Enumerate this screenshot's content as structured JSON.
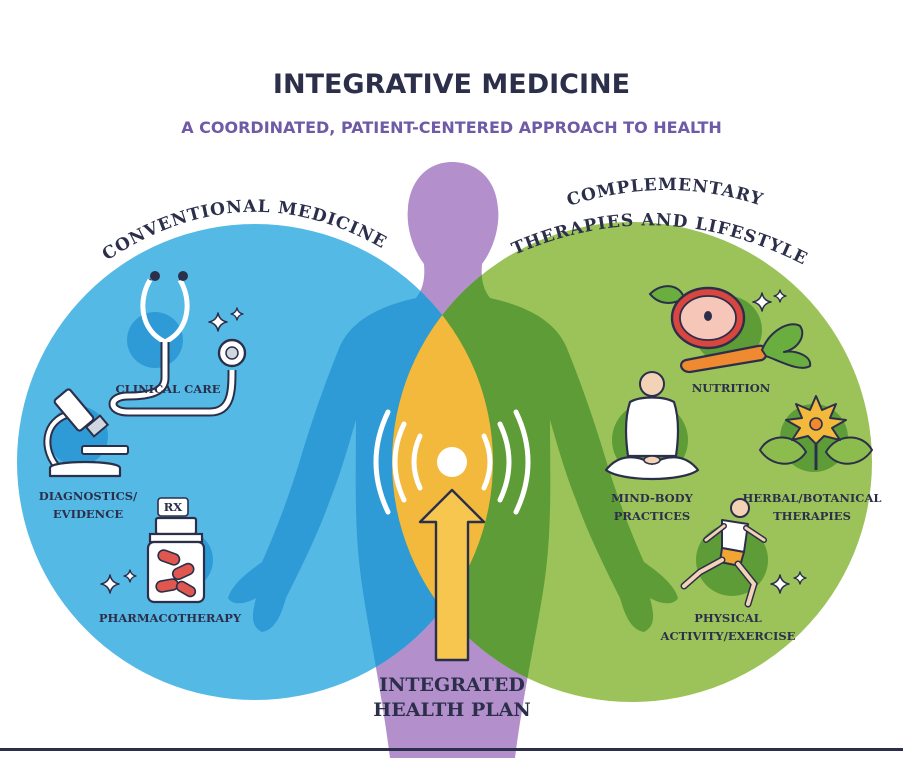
{
  "title": "INTEGRATIVE MEDICINE",
  "subtitle": "A COORDINATED, PATIENT-CENTERED APPROACH TO HEALTH",
  "left_circle": {
    "heading": "CONVENTIONAL MEDICINE",
    "items": [
      {
        "label": "CLINICAL CARE",
        "icon": "stethoscope-icon"
      },
      {
        "label_line1": "DIAGNOSTICS/",
        "label_line2": "EVIDENCE",
        "icon": "microscope-icon"
      },
      {
        "label": "PHARMACOTHERAPY",
        "icon": "pill-bottle-icon",
        "badge": "RX"
      }
    ]
  },
  "right_circle": {
    "heading_line1": "COMPLEMENTARY",
    "heading_line2": "THERAPIES AND LIFESTYLE",
    "items": [
      {
        "label": "NUTRITION",
        "icon": "apple-carrot-icon"
      },
      {
        "label_line1": "MIND-BODY",
        "label_line2": "PRACTICES",
        "icon": "meditation-icon"
      },
      {
        "label_line1": "HERBAL/BOTANICAL",
        "label_line2": "THERAPIES",
        "icon": "herb-flower-icon"
      },
      {
        "label_line1": "PHYSICAL",
        "label_line2": "ACTIVITY/EXERCISE",
        "icon": "runner-icon"
      }
    ]
  },
  "center": {
    "label_line1": "INTEGRATED",
    "label_line2": "HEALTH PLAN",
    "icon": "upward-arrow-icon"
  },
  "colors": {
    "left": "#55b9e6",
    "right": "#9cc35a",
    "overlap": "#f2b93d",
    "body": "#b38fcc",
    "text_dark": "#2b2f4a",
    "subtitle": "#6e5aa6"
  }
}
